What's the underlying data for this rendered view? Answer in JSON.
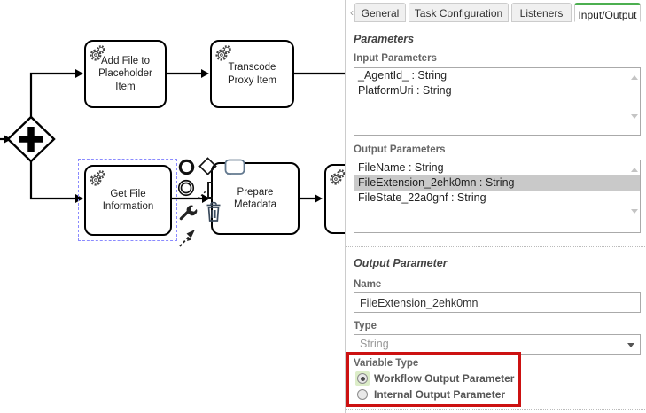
{
  "diagram": {
    "tasks": {
      "add_file": {
        "label": "Add File to\nPlaceholder\nItem"
      },
      "transcode": {
        "label": "Transcode\nProxy Item"
      },
      "get_file": {
        "label": "Get File\nInformation"
      },
      "prepare": {
        "label": "Prepare\nMetadata"
      }
    },
    "gateway": {
      "type": "parallel-gateway"
    },
    "context_pad_icons": [
      "append-end-event",
      "append-gateway",
      "append-task",
      "append-intermediate-event",
      "append-text-annotation",
      "change-type-wrench",
      "delete-trash",
      "connect-arrow"
    ]
  },
  "panel": {
    "tabs": {
      "scroll_left": "‹",
      "items": [
        {
          "label": "General"
        },
        {
          "label": "Task Configuration"
        },
        {
          "label": "Listeners"
        },
        {
          "label": "Input/Output",
          "active": true
        }
      ]
    },
    "parameters": {
      "heading": "Parameters",
      "input_label": "Input Parameters",
      "input_items": [
        "_AgentId_ : String",
        "PlatformUri : String"
      ],
      "output_label": "Output Parameters",
      "output_items": [
        "FileName : String",
        "FileExtension_2ehk0mn : String",
        "FileState_22a0gnf : String"
      ],
      "output_selected_index": 1
    },
    "output_parameter": {
      "heading": "Output Parameter",
      "name_label": "Name",
      "name_value": "FileExtension_2ehk0mn",
      "type_label": "Type",
      "type_value": "String",
      "variable_type_label": "Variable Type",
      "radios": [
        {
          "label": "Workflow Output Parameter",
          "selected": true
        },
        {
          "label": "Internal Output Parameter",
          "selected": false
        }
      ]
    },
    "colors": {
      "active_tab_green": "#4caf50",
      "annotation_red": "#cc1111",
      "selection_lavender": "#8a8aff"
    }
  }
}
